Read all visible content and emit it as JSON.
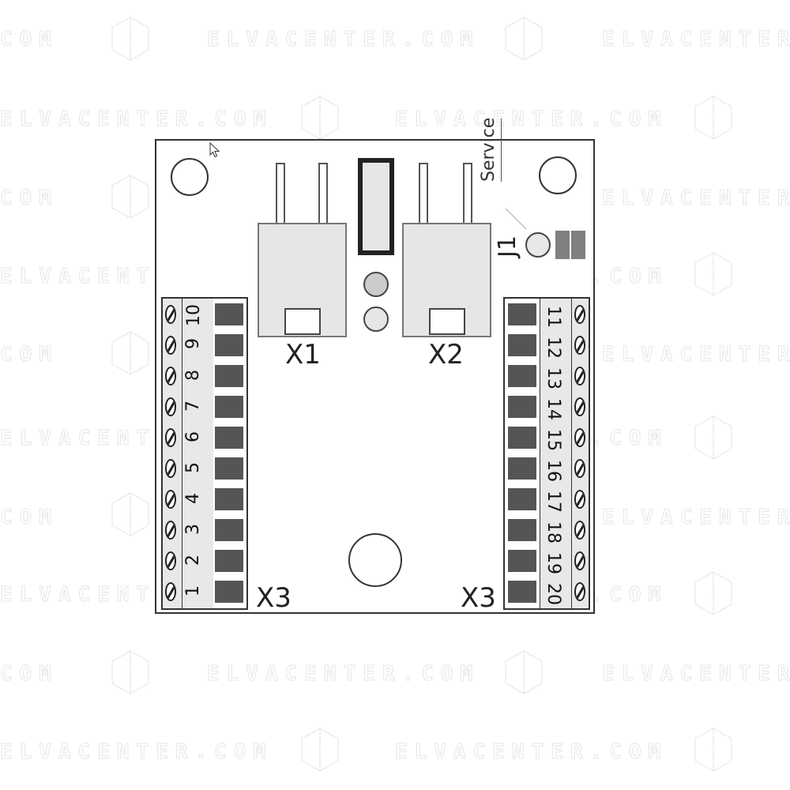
{
  "watermark": {
    "text": "ELVACENTER.COM",
    "partial_text": "COM"
  },
  "board": {
    "connectors": {
      "x1_label": "X1",
      "x2_label": "X2"
    },
    "service_label": "Service",
    "j1_label": "J1",
    "left_block": {
      "label": "X3",
      "terminals": [
        "10",
        "9",
        "8",
        "7",
        "6",
        "5",
        "4",
        "3",
        "2",
        "1"
      ]
    },
    "right_block": {
      "label": "X3",
      "terminals": [
        "11",
        "12",
        "13",
        "14",
        "15",
        "16",
        "17",
        "18",
        "19",
        "20"
      ]
    },
    "colors": {
      "outline": "#333333",
      "connector_fill": "#e6e6e6",
      "pad": "#555555",
      "led_top": "#cccccc",
      "led_bottom": "#e6e6e6"
    }
  }
}
